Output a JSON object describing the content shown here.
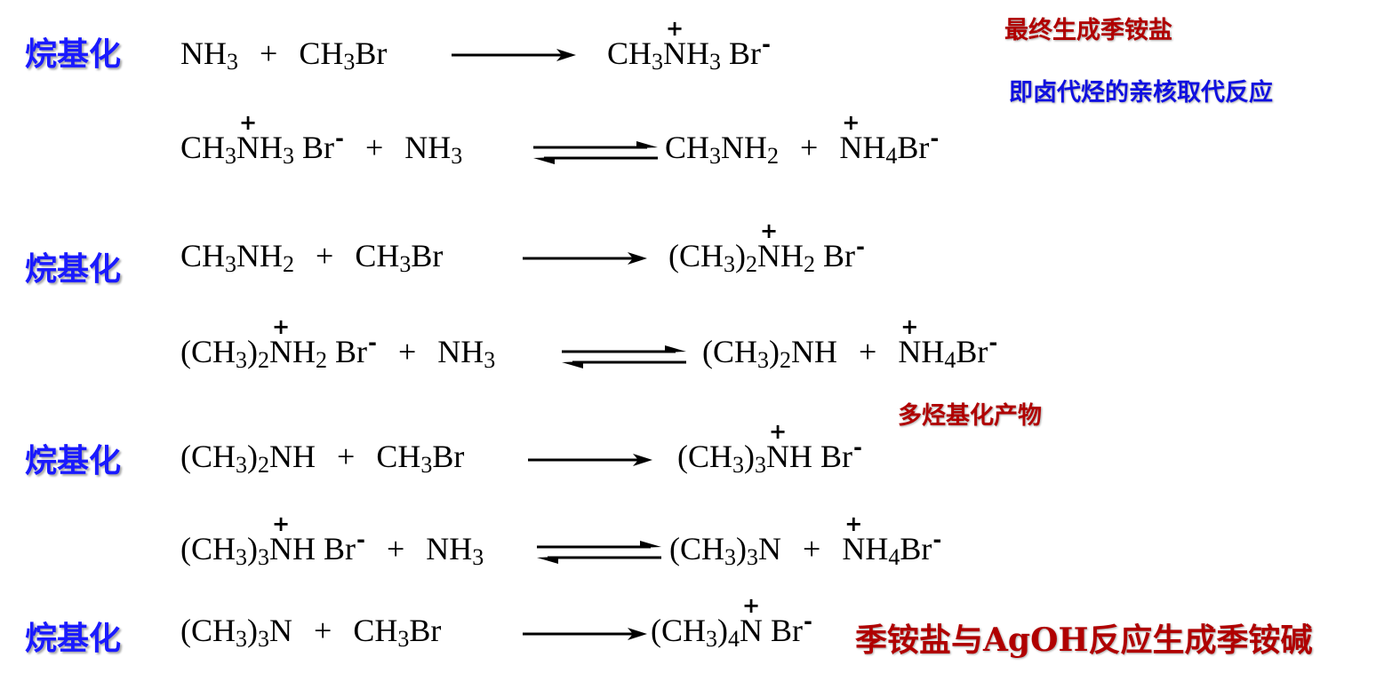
{
  "labels": {
    "alkylation": "烷基化"
  },
  "notes": {
    "quaternary_final": "最终生成季铵盐",
    "nucleophilic": "即卤代烃的亲核取代反应",
    "polyalkyl": "多烃基化产物",
    "agoh": "季铵盐与AgOH反应生成季铵碱"
  },
  "equations": {
    "r1": {
      "a": "NH",
      "a_sub": "3",
      "b": "CH",
      "b_sub": "3",
      "b_tail": "Br",
      "p_pre": "CH",
      "p_pre_sub": "3",
      "p_n": "N",
      "p_tail": "H",
      "p_tail_sub": "3",
      "p_br": "Br",
      "p_charge": "-"
    },
    "r2": {
      "a_pre": "CH",
      "a_pre_sub": "3",
      "a_n": "N",
      "a_tail": "H",
      "a_tail_sub": "3",
      "a_br": "Br",
      "a_charge": "-",
      "b": "NH",
      "b_sub": "3",
      "p1": "CH",
      "p1_sub": "3",
      "p1_tail": "NH",
      "p1_tail_sub": "2",
      "p2_n": "N",
      "p2_tail": "H",
      "p2_sub": "4",
      "p2_br": "Br",
      "p2_charge": "-"
    },
    "r3": {
      "a": "CH",
      "a_sub": "3",
      "a_tail": "NH",
      "a_tail_sub": "2",
      "b": "CH",
      "b_sub": "3",
      "b_tail": "Br",
      "p_pre": "(CH",
      "p_pre_sub": "3",
      "p_close": ")",
      "p_close_sub": "2",
      "p_n": "N",
      "p_tail": "H",
      "p_tail_sub": "2",
      "p_br": "Br",
      "p_charge": "-"
    },
    "r4": {
      "a_pre": "(CH",
      "a_pre_sub": "3",
      "a_close": ")",
      "a_close_sub": "2",
      "a_n": "N",
      "a_tail": "H",
      "a_tail_sub": "2",
      "a_br": "Br",
      "a_charge": "-",
      "b": "NH",
      "b_sub": "3",
      "p1": "(CH",
      "p1_sub": "3",
      "p1_close": ")",
      "p1_close_sub": "2",
      "p1_tail": "NH",
      "p2_n": "N",
      "p2_tail": "H",
      "p2_sub": "4",
      "p2_br": "Br",
      "p2_charge": "-"
    },
    "r5": {
      "a": "(CH",
      "a_sub": "3",
      "a_close": ")",
      "a_close_sub": "2",
      "a_tail": "NH",
      "b": "CH",
      "b_sub": "3",
      "b_tail": "Br",
      "p_pre": "(CH",
      "p_pre_sub": "3",
      "p_close": ")",
      "p_close_sub": "3",
      "p_n": "N",
      "p_tail": "H",
      "p_br": "Br",
      "p_charge": "-"
    },
    "r6": {
      "a_pre": "(CH",
      "a_pre_sub": "3",
      "a_close": ")",
      "a_close_sub": "3",
      "a_n": "N",
      "a_tail": "H",
      "a_br": "Br",
      "a_charge": "-",
      "b": "NH",
      "b_sub": "3",
      "p1": "(CH",
      "p1_sub": "3",
      "p1_close": ")",
      "p1_close_sub": "3",
      "p1_tail": "N",
      "p2_n": "N",
      "p2_tail": "H",
      "p2_sub": "4",
      "p2_br": "Br",
      "p2_charge": "-"
    },
    "r7": {
      "a": "(CH",
      "a_sub": "3",
      "a_close": ")",
      "a_close_sub": "3",
      "a_tail": "N",
      "b": "CH",
      "b_sub": "3",
      "b_tail": "Br",
      "p_pre": "(CH",
      "p_pre_sub": "3",
      "p_close": ")",
      "p_close_sub": "4",
      "p_n": "N",
      "p_br": "Br",
      "p_charge": "-"
    }
  },
  "plus_sign": "+"
}
